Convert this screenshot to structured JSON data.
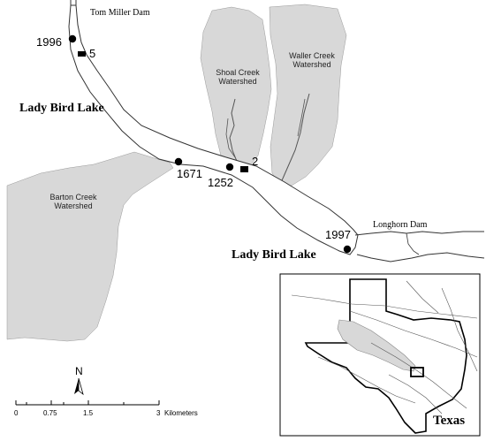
{
  "dams": {
    "upper": "Tom Miller Dam",
    "lower": "Longhorn Dam"
  },
  "lake_labels": {
    "upper": "Lady Bird Lake",
    "lower": "Lady Bird Lake"
  },
  "watersheds": {
    "shoal_creek": "Shoal Creek\nWatershed",
    "waller_creek": "Waller Creek\nWatershed",
    "barton_creek": "Barton Creek\nWatershed"
  },
  "sites": {
    "circle_1996": "1996",
    "square_5": "5",
    "circle_1671": "1671",
    "circle_1252": "1252",
    "square_2": "2",
    "circle_1997": "1997"
  },
  "scale_bar": {
    "ticks": [
      "0",
      "0.75",
      "1.5",
      "3"
    ],
    "unit": "Kilometers"
  },
  "north_arrow": "N",
  "inset": {
    "state_label": "Texas"
  },
  "colors": {
    "watershed_fill": "#d8d8d8",
    "water_outline": "#333333",
    "site_marker": "#000000",
    "background": "#ffffff"
  }
}
